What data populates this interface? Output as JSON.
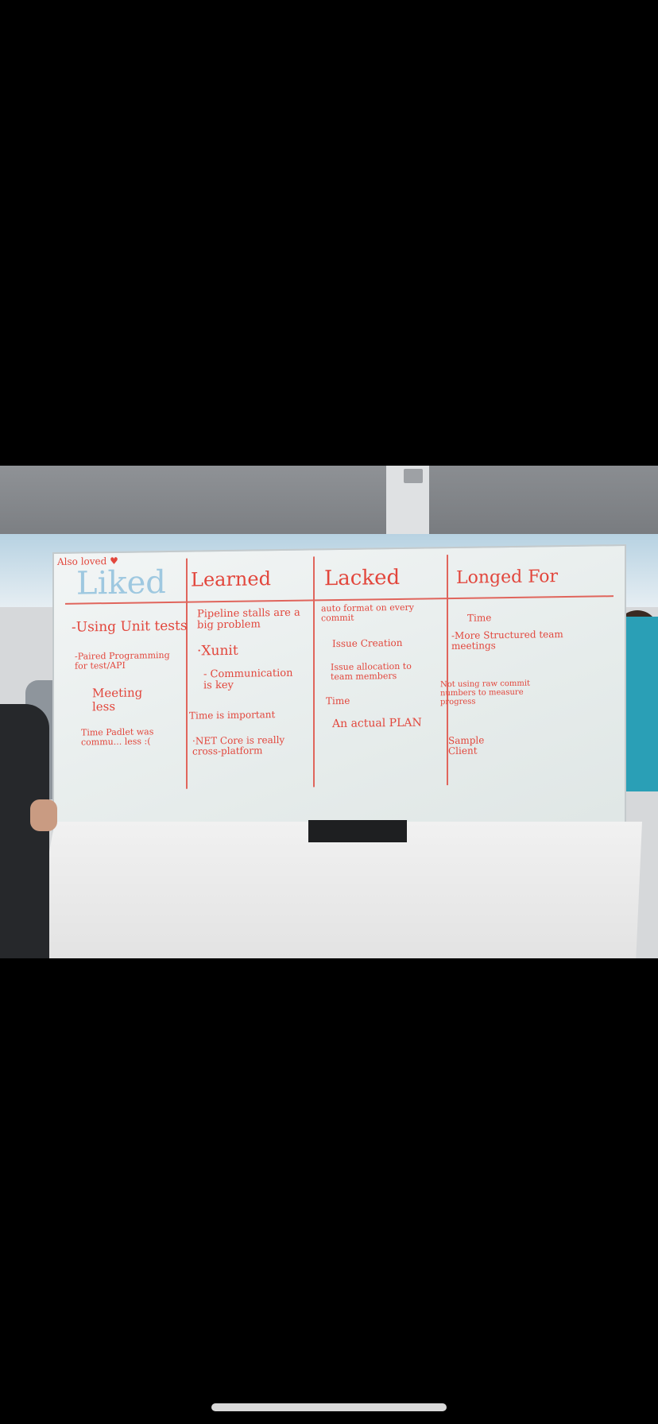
{
  "whiteboard": {
    "corner_note": "Also loved ♥",
    "columns": [
      {
        "heading": "Liked",
        "items": [
          "-Using Unit tests",
          "-Paired Programming for test/API",
          "Meeting less",
          "Time Padlet was commu... less :("
        ]
      },
      {
        "heading": "Learned",
        "items": [
          "Pipeline stalls are a big problem",
          "·Xunit",
          "- Communication is key",
          "Time is important",
          "·NET Core is really cross-platform"
        ]
      },
      {
        "heading": "Lacked",
        "items": [
          "auto format on every commit",
          "Issue Creation",
          "Issue allocation to team members",
          "Time",
          "An actual PLAN"
        ]
      },
      {
        "heading": "Longed For",
        "items": [
          "Time",
          "-More Structured team meetings",
          "Not using raw commit numbers to measure progress",
          "Sample Client"
        ]
      }
    ],
    "ink_color": "#e2463c"
  }
}
